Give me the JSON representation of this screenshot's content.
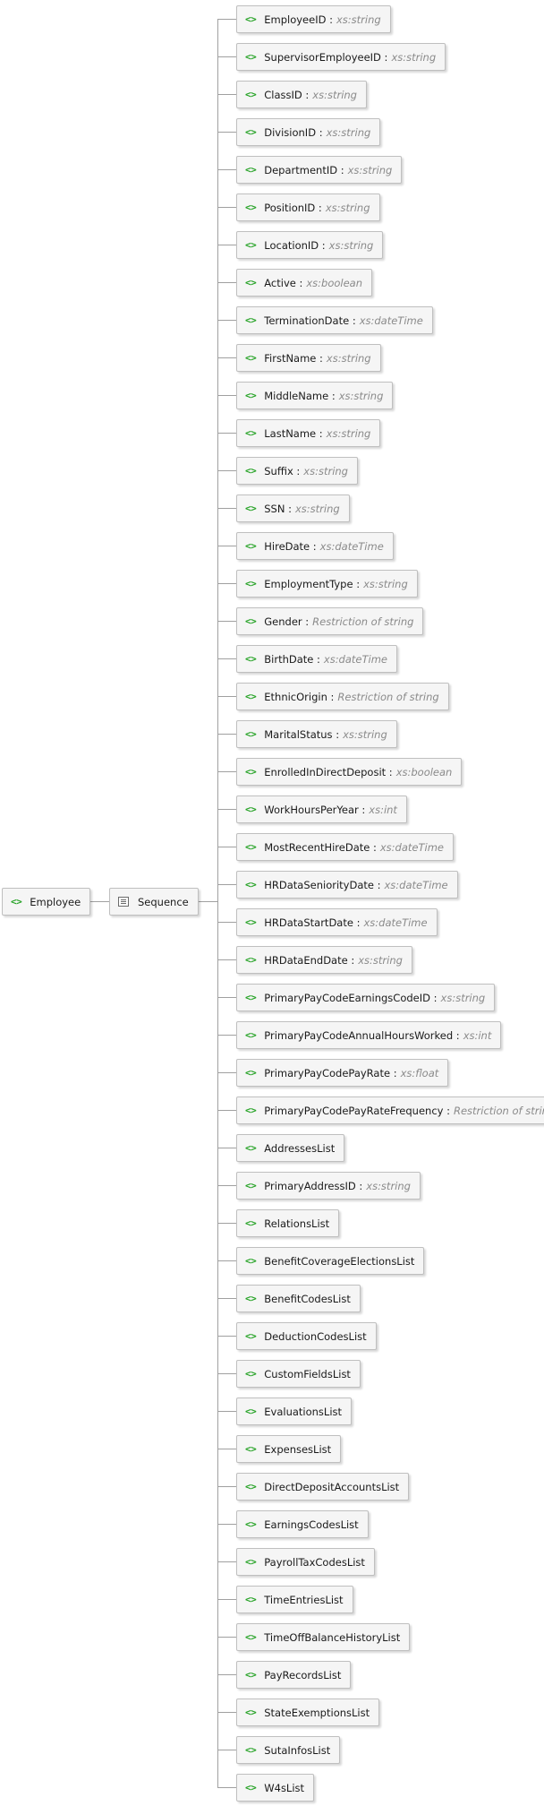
{
  "root": {
    "tag": "<>",
    "name": "Employee"
  },
  "sequence": {
    "label": "Sequence"
  },
  "children": [
    {
      "name": "EmployeeID",
      "type": "xs:string"
    },
    {
      "name": "SupervisorEmployeeID",
      "type": "xs:string"
    },
    {
      "name": "ClassID",
      "type": "xs:string"
    },
    {
      "name": "DivisionID",
      "type": "xs:string"
    },
    {
      "name": "DepartmentID",
      "type": "xs:string"
    },
    {
      "name": "PositionID",
      "type": "xs:string"
    },
    {
      "name": "LocationID",
      "type": "xs:string"
    },
    {
      "name": "Active",
      "type": "xs:boolean"
    },
    {
      "name": "TerminationDate",
      "type": "xs:dateTime"
    },
    {
      "name": "FirstName",
      "type": "xs:string"
    },
    {
      "name": "MiddleName",
      "type": "xs:string"
    },
    {
      "name": "LastName",
      "type": "xs:string"
    },
    {
      "name": "Suffix",
      "type": "xs:string"
    },
    {
      "name": "SSN",
      "type": "xs:string"
    },
    {
      "name": "HireDate",
      "type": "xs:dateTime"
    },
    {
      "name": "EmploymentType",
      "type": "xs:string"
    },
    {
      "name": "Gender",
      "type": "Restriction of string"
    },
    {
      "name": "BirthDate",
      "type": "xs:dateTime"
    },
    {
      "name": "EthnicOrigin",
      "type": "Restriction of string"
    },
    {
      "name": "MaritalStatus",
      "type": "xs:string"
    },
    {
      "name": "EnrolledInDirectDeposit",
      "type": "xs:boolean"
    },
    {
      "name": "WorkHoursPerYear",
      "type": "xs:int"
    },
    {
      "name": "MostRecentHireDate",
      "type": "xs:dateTime"
    },
    {
      "name": "HRDataSeniorityDate",
      "type": "xs:dateTime"
    },
    {
      "name": "HRDataStartDate",
      "type": "xs:dateTime"
    },
    {
      "name": "HRDataEndDate",
      "type": "xs:string"
    },
    {
      "name": "PrimaryPayCodeEarningsCodeID",
      "type": "xs:string"
    },
    {
      "name": "PrimaryPayCodeAnnualHoursWorked",
      "type": "xs:int"
    },
    {
      "name": "PrimaryPayCodePayRate",
      "type": "xs:float"
    },
    {
      "name": "PrimaryPayCodePayRateFrequency",
      "type": "Restriction of string"
    },
    {
      "name": "AddressesList",
      "type": ""
    },
    {
      "name": "PrimaryAddressID",
      "type": "xs:string"
    },
    {
      "name": "RelationsList",
      "type": ""
    },
    {
      "name": "BenefitCoverageElectionsList",
      "type": ""
    },
    {
      "name": "BenefitCodesList",
      "type": ""
    },
    {
      "name": "DeductionCodesList",
      "type": ""
    },
    {
      "name": "CustomFieldsList",
      "type": ""
    },
    {
      "name": "EvaluationsList",
      "type": ""
    },
    {
      "name": "ExpensesList",
      "type": ""
    },
    {
      "name": "DirectDepositAccountsList",
      "type": ""
    },
    {
      "name": "EarningsCodesList",
      "type": ""
    },
    {
      "name": "PayrollTaxCodesList",
      "type": ""
    },
    {
      "name": "TimeEntriesList",
      "type": ""
    },
    {
      "name": "TimeOffBalanceHistoryList",
      "type": ""
    },
    {
      "name": "PayRecordsList",
      "type": ""
    },
    {
      "name": "StateExemptionsList",
      "type": ""
    },
    {
      "name": "SutaInfosList",
      "type": ""
    },
    {
      "name": "W4sList",
      "type": ""
    }
  ]
}
